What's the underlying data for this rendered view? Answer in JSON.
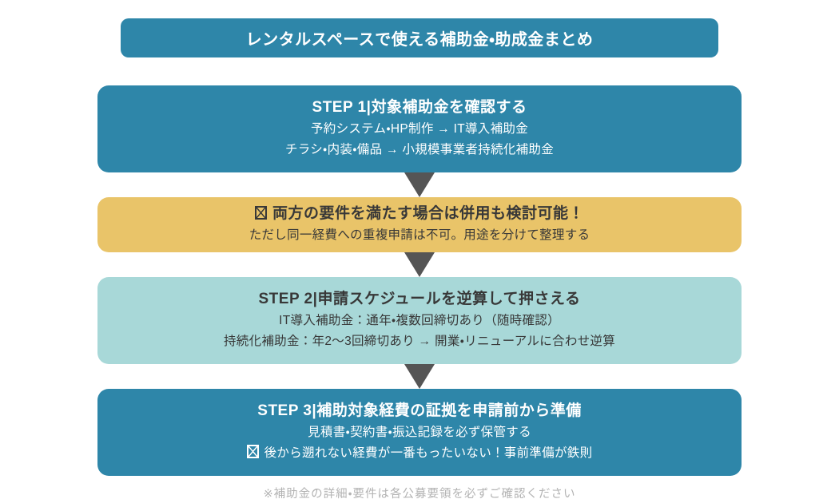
{
  "colors": {
    "teal": "#2e86a9",
    "light_teal": "#a8d8d8",
    "yellow": "#e9c469",
    "arrow_gray": "#555555",
    "dark_text": "#383838",
    "white_text": "#ffffff",
    "footer_gray": "#b3b3b3",
    "background": "#ffffff"
  },
  "header": {
    "title": "レンタルスペースで使える補助金・助成金まとめ"
  },
  "flow": {
    "step1": {
      "title": "STEP 1|対象補助金を確認する",
      "line1": "予約システム・HP制作 → IT導入補助金",
      "line2": "チラシ・内装・備品 → 小規模事業者持続化補助金"
    },
    "callout": {
      "icon": "boxed-x-glyph",
      "title": "両方の要件を満たす場合は併用も検討可能！",
      "line1": "ただし同一経費への重複申請は不可。用途を分けて整理する"
    },
    "step2": {
      "title": "STEP 2|申請スケジュールを逆算して押さえる",
      "line1": "IT導入補助金：通年・複数回締切あり（随時確認）",
      "line2": "持続化補助金：年2〜3回締切あり → 開業・リニューアルに合わせ逆算"
    },
    "step3": {
      "title": "STEP 3|補助対象経費の証拠を申請前から準備",
      "line1": "見積書・契約書・振込記録を必ず保管する",
      "line2_icon": "boxed-x-glyph",
      "line2": "後から遡れない経費が一番もったいない！事前準備が鉄則"
    }
  },
  "footer": {
    "note": "※補助金の詳細・要件は各公募要領を必ずご確認ください"
  }
}
